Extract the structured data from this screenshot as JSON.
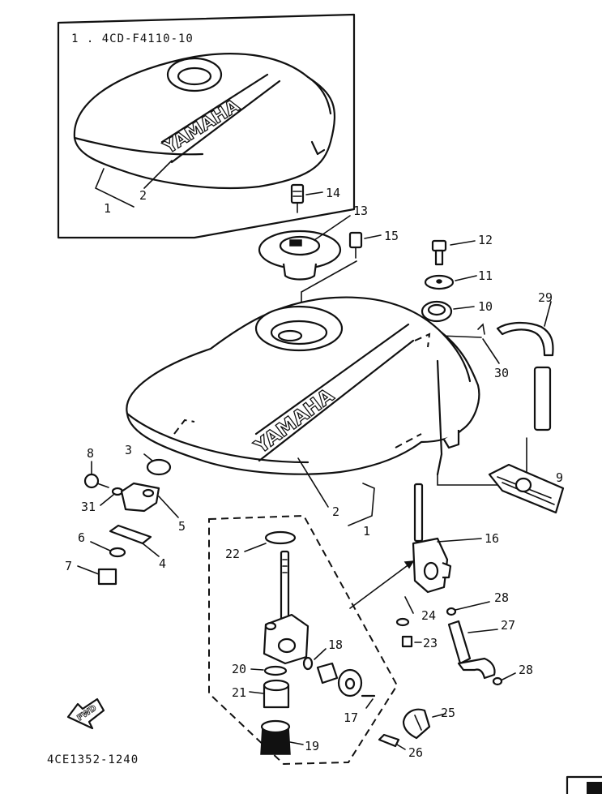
{
  "inset": {
    "code": "1 . 4CD-F4110-10",
    "brand": "YAMAHA",
    "labels": [
      "2",
      "1"
    ]
  },
  "main": {
    "brand": "YAMAHA"
  },
  "callouts": {
    "n14": "14",
    "n13": "13",
    "n15": "15",
    "n12": "12",
    "n11": "11",
    "n10": "10",
    "n29": "29",
    "n30": "30",
    "n9": "9",
    "n8": "8",
    "n3": "3",
    "n31": "31",
    "n5": "5",
    "n6": "6",
    "n4": "4",
    "n7": "7",
    "n2": "2",
    "n1": "1",
    "n16": "16",
    "n22": "22",
    "n18": "18",
    "n20": "20",
    "n21": "21",
    "n17": "17",
    "n19": "19",
    "n28a": "28",
    "n24": "24",
    "n27": "27",
    "n23": "23",
    "n28b": "28",
    "n25": "25",
    "n26": "26"
  },
  "fwd_label": "FWD",
  "footer": {
    "code": "4CE1352-1240"
  },
  "icons": [
    "fwd-arrow-icon"
  ]
}
